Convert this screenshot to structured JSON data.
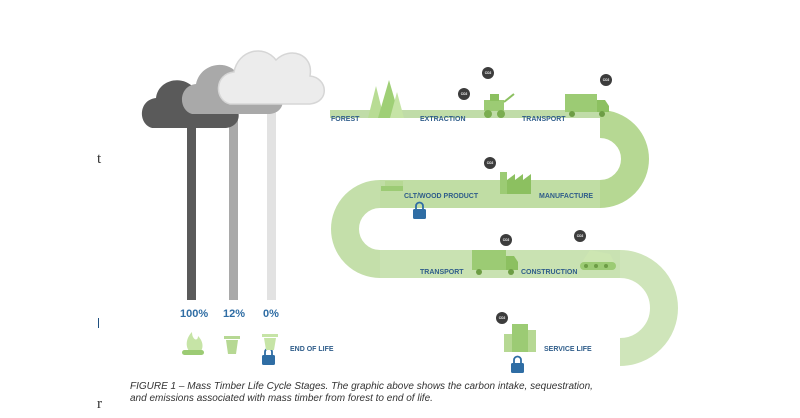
{
  "stages": {
    "forest": "FOREST",
    "extraction": "EXTRACTION",
    "transport_1": "TRANSPORT",
    "clt_product": "CLT/WOOD PRODUCT",
    "manufacture": "MANUFACTURE",
    "transport_2": "TRANSPORT",
    "construction": "CONSTRUCTION",
    "end_of_life": "END OF LIFE",
    "service_life": "SERVICE LIFE"
  },
  "emission_label": "CO2",
  "percentages": {
    "p100": "100%",
    "p12": "12%",
    "p0": "0%"
  },
  "caption": {
    "line1": "FIGURE 1 – Mass Timber Life Cycle Stages. The graphic above shows the carbon intake, sequestration,",
    "line2": "and emissions associated with mass timber from forest to end of life."
  },
  "margin_text": {
    "t": "t",
    "r": "r"
  },
  "colors": {
    "path_light": "#c8e2b0",
    "path_dark": "#9ccb74",
    "icon_green": "#8cc060",
    "cloud_dark": "#5a5a5a",
    "cloud_mid": "#a9a9a9",
    "cloud_light": "#e2e2e2",
    "lock_blue": "#2f6da4",
    "label_blue": "#2f5d8a"
  },
  "icons": [
    "cloud-icon",
    "tree-icon",
    "tractor-icon",
    "truck-icon",
    "factory-icon",
    "log-pile-icon",
    "lock-icon",
    "bulldozer-icon",
    "building-icon",
    "fire-icon",
    "trash-can-icon",
    "recycle-bin-icon",
    "co2-puff-icon"
  ]
}
